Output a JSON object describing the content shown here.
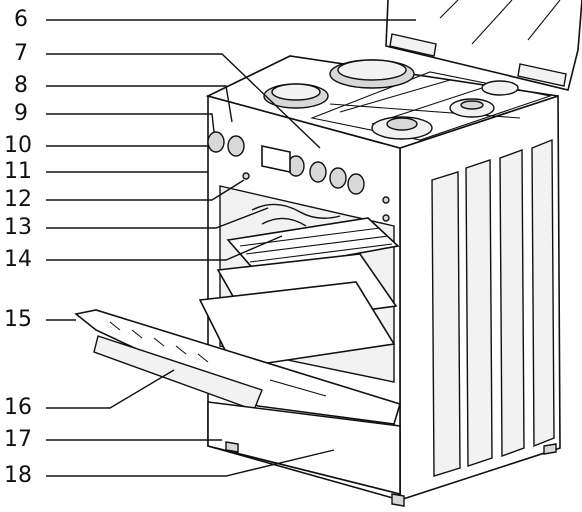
{
  "callouts": [
    "6",
    "7",
    "8",
    "9",
    "10",
    "11",
    "12",
    "13",
    "14",
    "15",
    "16",
    "17",
    "18"
  ]
}
